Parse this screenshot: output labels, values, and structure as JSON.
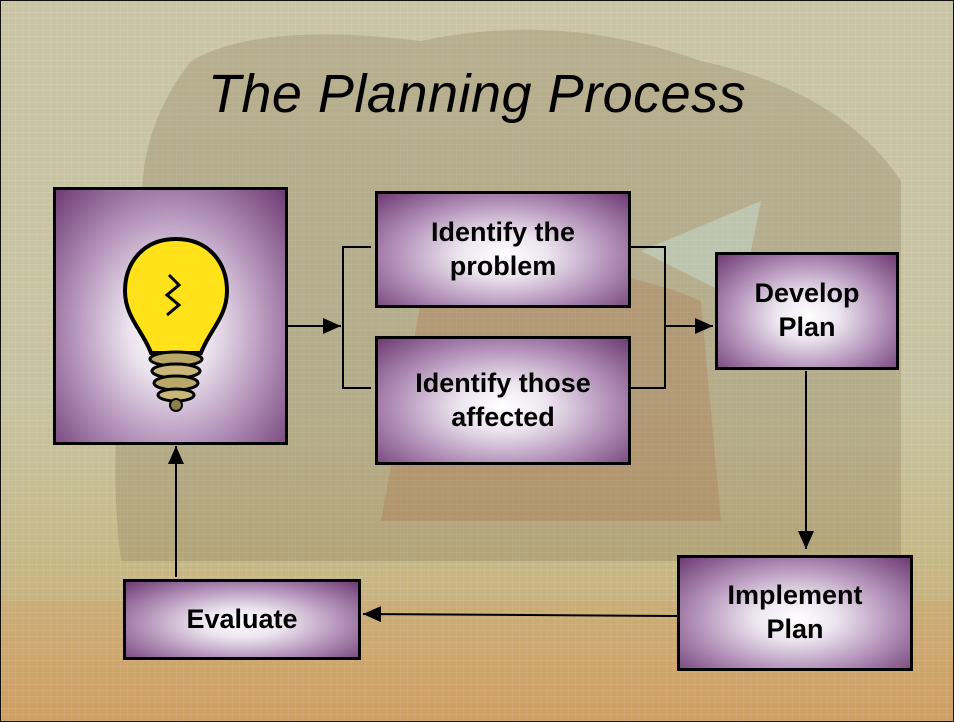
{
  "slide": {
    "title": "The Planning Process"
  },
  "steps": {
    "identify_problem": "Identify the\nproblem",
    "identify_affected": "Identify those\naffected",
    "develop_plan": "Develop\nPlan",
    "implement_plan": "Implement\nPlan",
    "evaluate": "Evaluate"
  },
  "icons": {
    "idea": "light-bulb-icon"
  },
  "colors": {
    "box_dark": "#6e3b74",
    "box_light": "#ffffff",
    "bulb": "#ffe21a"
  }
}
